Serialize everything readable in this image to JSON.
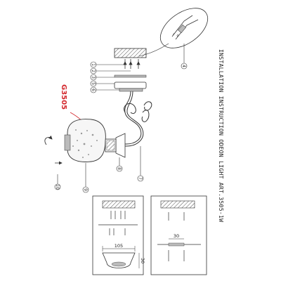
{
  "title": "INSTALLATION INSTRUCTION ODEON LIGHT ART.3505-1W",
  "model": "G3505",
  "callouts": [
    "1",
    "2",
    "3",
    "4",
    "5",
    "6",
    "7",
    "8",
    "9",
    "10"
  ],
  "dimensions": {
    "left_width": "105",
    "left_height": "30",
    "right_height": "30"
  },
  "colors": {
    "line": "#333333",
    "model_text": "#d3262b",
    "fill_gray": "#bbbbbb"
  }
}
